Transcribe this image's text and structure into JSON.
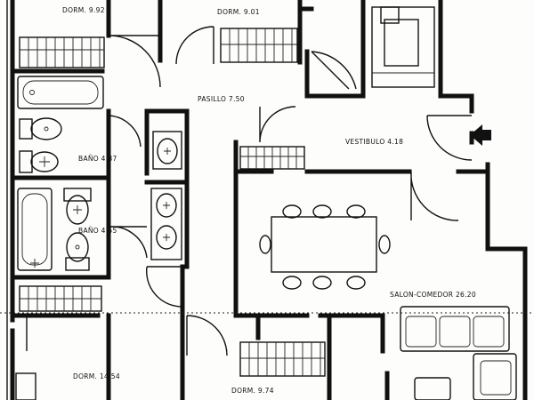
{
  "rooms": {
    "dorm_top_left": "DORM. 9.92",
    "dorm_top_mid": "DORM. 9.01",
    "pasillo": "PASILLO 7.50",
    "vestibulo": "VESTIBULO 4.18",
    "bano_1": "BAÑO 4.87",
    "bano_2": "BAÑO 4.55",
    "salon": "SALON-COMEDOR 26.20",
    "dorm_bottom_left": "DORM. 14.54",
    "dorm_bottom_mid": "DORM. 9.74"
  },
  "icons": {
    "entrance": "entrance-arrow-icon"
  }
}
